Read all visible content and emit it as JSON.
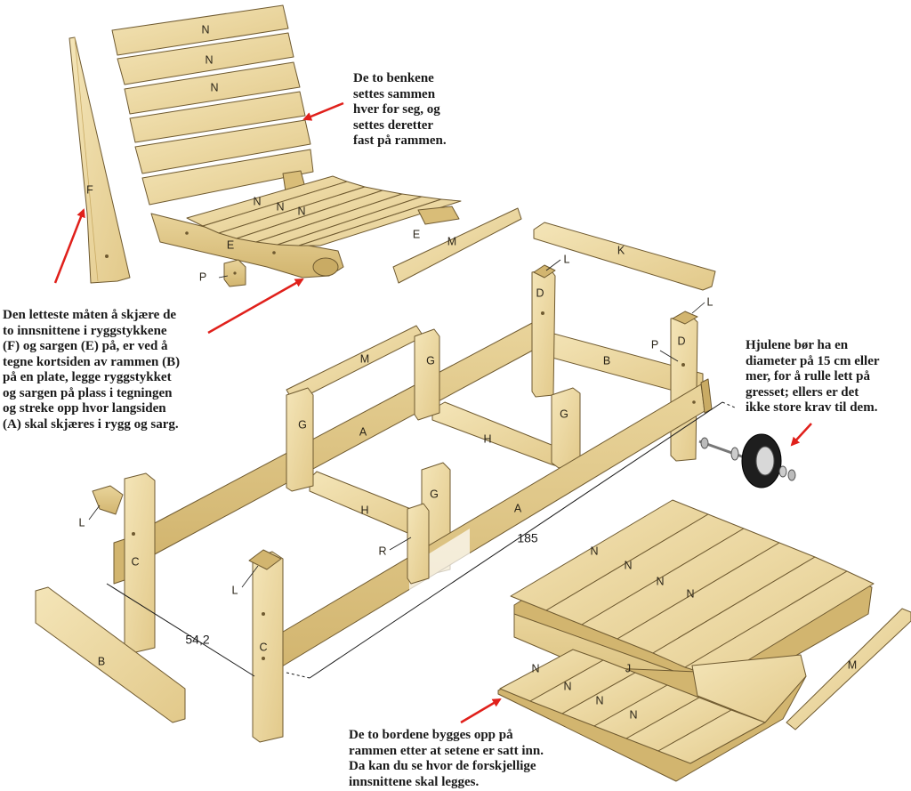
{
  "notes": {
    "seat_assembly": "De to benkene\nsettes sammen\nhver for seg, og\nsettes deretter\nfast på rammen.",
    "cutting_tip": "Den letteste måten å skjære de\nto innsnittene i ryggstykkene\n(F) og sargen (E) på, er ved å\ntegne kortsiden av rammen (B)\npå en plate, legge ryggstykket\nog sargen på plass i tegningen\nog streke opp hvor langsiden\n(A) skal skjæres i rygg og sarg.",
    "wheels": "Hjulene bør ha en\ndiameter på 15 cm eller\nmer, for å rulle lett på\ngresset; ellers er det\nikke store krav til dem.",
    "tables": "De to bordene bygges opp på\nrammen etter at setene er satt inn.\nDa kan du se hvor de forskjellige\ninnsnittene skal legges."
  },
  "dimensions": {
    "width": "54,2",
    "length": "185"
  },
  "part_labels": {
    "back_slat": "N",
    "back_piece": "F",
    "seat_side": "E",
    "rail_m": "M",
    "rail_k": "K",
    "peg": "P",
    "leg_d": "D",
    "corner_l": "L",
    "short_frame": "B",
    "long_frame": "A",
    "post_g": "G",
    "cross_h": "H",
    "leg_c": "C",
    "support_r": "R",
    "table_beam": "J"
  },
  "colors": {
    "wood_light": "#f1e0ae",
    "wood_mid": "#e4cd8d",
    "wood_dark": "#c9ab64",
    "outline": "#6f5a30",
    "arrow": "#e0201b",
    "text": "#1a1a1a"
  }
}
